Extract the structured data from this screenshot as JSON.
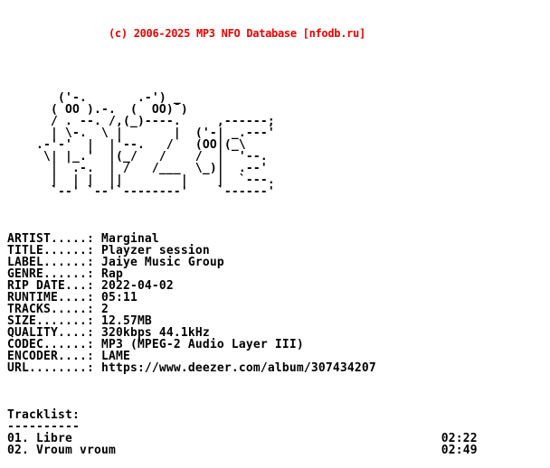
{
  "header": {
    "copyright": "(c) 2006-2025 MP3 NFO Database [nfodb.ru]",
    "color": "#ee0000"
  },
  "ascii_art": {
    "lines": [
      "       ('-.       .-') _",
      "      ( OO ).-.  (  OO)¯)",
      "      / . --. /,(_)----.     ,------;",
      "      | \\-.  \\ |       |  ('-| _.---'",
      "    .-'-'  |  |'--.   /   (OO|(_\\",
      "     \\| |_.'  |(_/   /    /  |  '--.",
      "      |  .-.  | /   /___  \\_)|  .--'",
      "      |  | |  ||        |    |  `---.",
      "      `--' `--'`--------'    `------'"
    ]
  },
  "metadata": {
    "fields": [
      {
        "label": "ARTIST.....:",
        "value": "Marginal"
      },
      {
        "label": "TITLE......:",
        "value": "Playzer session"
      },
      {
        "label": "LABEL......:",
        "value": "Jaiye Music Group"
      },
      {
        "label": "GENRE......:",
        "value": "Rap"
      },
      {
        "label": "RIP DATE...:",
        "value": "2022-04-02"
      },
      {
        "label": "RUNTIME....:",
        "value": "05:11"
      },
      {
        "label": "TRACKS.....:",
        "value": "2"
      },
      {
        "label": "SIZE.......:",
        "value": "12.57MB"
      },
      {
        "label": "QUALITY....:",
        "value": "320kbps 44.1kHz"
      },
      {
        "label": "CODEC......:",
        "value": "MP3 (MPEG-2 Audio Layer III)"
      },
      {
        "label": "ENCODER....:",
        "value": "LAME"
      },
      {
        "label": "URL........:",
        "value": "https://www.deezer.com/album/307434207"
      }
    ]
  },
  "tracklist": {
    "title": "Tracklist:",
    "underline": "----------",
    "time_column": 60,
    "tracks": [
      {
        "num": "01",
        "title": "Libre",
        "duration": "02:22"
      },
      {
        "num": "02",
        "title": "Vroum vroum",
        "duration": "02:49"
      }
    ]
  }
}
